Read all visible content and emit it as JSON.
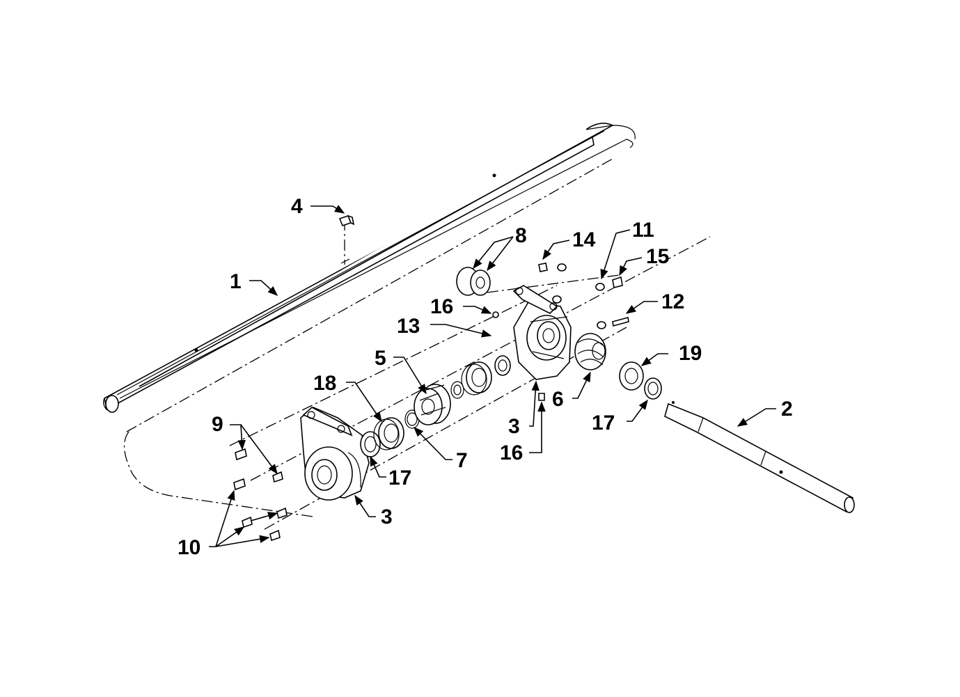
{
  "callouts": [
    {
      "id": "c1",
      "text": "1"
    },
    {
      "id": "c2",
      "text": "2"
    },
    {
      "id": "c3a",
      "text": "3"
    },
    {
      "id": "c3b",
      "text": "3"
    },
    {
      "id": "c4",
      "text": "4"
    },
    {
      "id": "c5",
      "text": "5"
    },
    {
      "id": "c6",
      "text": "6"
    },
    {
      "id": "c7",
      "text": "7"
    },
    {
      "id": "c8",
      "text": "8"
    },
    {
      "id": "c9",
      "text": "9"
    },
    {
      "id": "c10",
      "text": "10"
    },
    {
      "id": "c11",
      "text": "11"
    },
    {
      "id": "c12",
      "text": "12"
    },
    {
      "id": "c13",
      "text": "13"
    },
    {
      "id": "c14",
      "text": "14"
    },
    {
      "id": "c15",
      "text": "15"
    },
    {
      "id": "c16a",
      "text": "16"
    },
    {
      "id": "c16b",
      "text": "16"
    },
    {
      "id": "c17a",
      "text": "17"
    },
    {
      "id": "c17b",
      "text": "17"
    },
    {
      "id": "c18",
      "text": "18"
    },
    {
      "id": "c19",
      "text": "19"
    }
  ],
  "colors": {
    "ink": "#000000",
    "paper": "#ffffff"
  }
}
